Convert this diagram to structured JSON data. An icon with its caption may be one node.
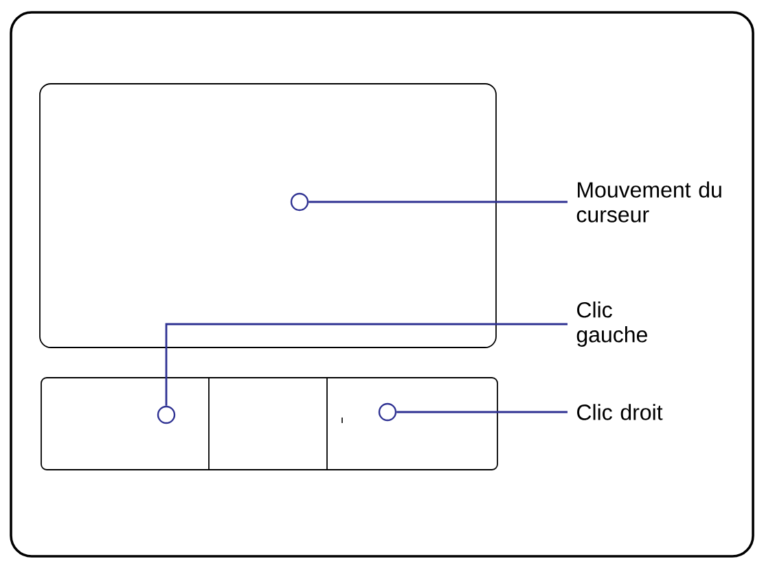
{
  "diagram": {
    "nodes": [
      {
        "text": [
          "Mouvement du curseur"
        ]
      },
      {
        "text": [],
        "shape": "circle"
      },
      {
        "text": [
          "Clic gauche"
        ]
      },
      {
        "text": [],
        "shape": "circle"
      },
      {
        "text": [
          "Clic droit"
        ]
      },
      {
        "text": [],
        "shape": "circle"
      }
    ],
    "edges": [
      {
        "from": 0,
        "to": 1,
        "arrow": "none"
      },
      {
        "from": 2,
        "to": 3,
        "arrow": "none"
      },
      {
        "from": 4,
        "to": 5,
        "arrow": "none"
      }
    ]
  }
}
